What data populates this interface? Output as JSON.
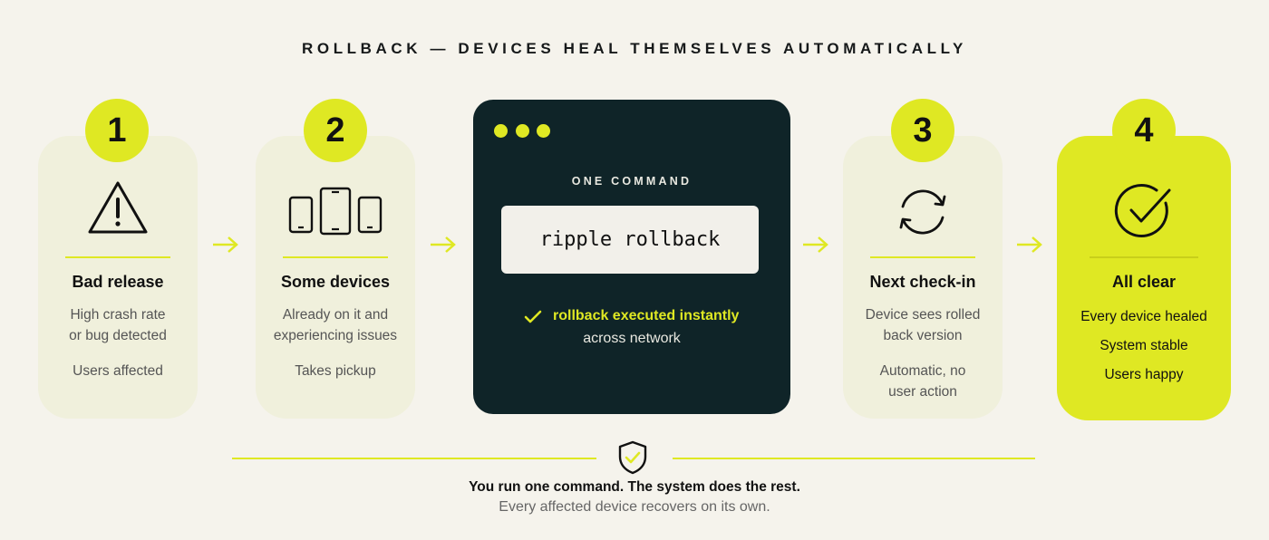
{
  "title": "ROLLBACK — DEVICES HEAL THEMSELVES AUTOMATICALLY",
  "colors": {
    "accent": "#dfe823",
    "card": "#f0f0dc",
    "terminal": "#0f2428",
    "background": "#f5f3ec"
  },
  "steps": [
    {
      "number": "1",
      "icon": "warning-triangle-icon",
      "title": "Bad release",
      "lines": [
        "High crash rate",
        "or bug detected",
        "Users affected"
      ]
    },
    {
      "number": "2",
      "icon": "devices-icon",
      "title": "Some devices",
      "lines": [
        "Already on it and",
        "experiencing issues",
        "Takes pickup"
      ]
    },
    {
      "number": "3",
      "icon": "refresh-icon",
      "title": "Next check-in",
      "lines": [
        "Device sees rolled",
        "back version",
        "Automatic, no",
        "user action"
      ]
    },
    {
      "number": "4",
      "icon": "check-circle-icon",
      "title": "All clear",
      "lines": [
        "Every device healed",
        "System stable",
        "Users happy"
      ]
    }
  ],
  "terminal": {
    "label": "ONE COMMAND",
    "command": "ripple rollback",
    "status_highlight": "rollback executed instantly",
    "status_rest": "across network"
  },
  "footer": {
    "icon": "shield-check-icon",
    "line1": "You run one command. The system does the rest.",
    "line2": "Every affected device recovers on its own."
  }
}
